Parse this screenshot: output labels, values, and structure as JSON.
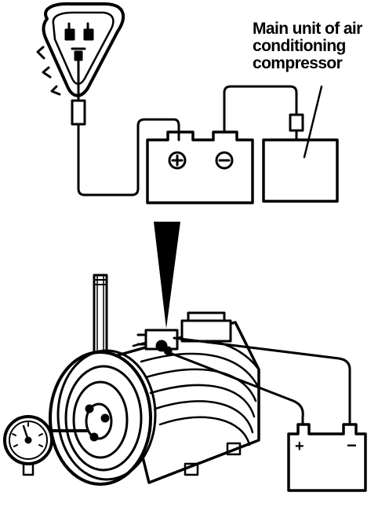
{
  "caption": {
    "lines": [
      "Main unit of air",
      "conditioning",
      "compressor"
    ]
  },
  "battery_top": {
    "positive": "+",
    "negative": "−"
  },
  "battery_bottom": {
    "positive": "+",
    "negative": "−"
  },
  "colors": {
    "ink": "#000000",
    "paper": "#ffffff"
  }
}
